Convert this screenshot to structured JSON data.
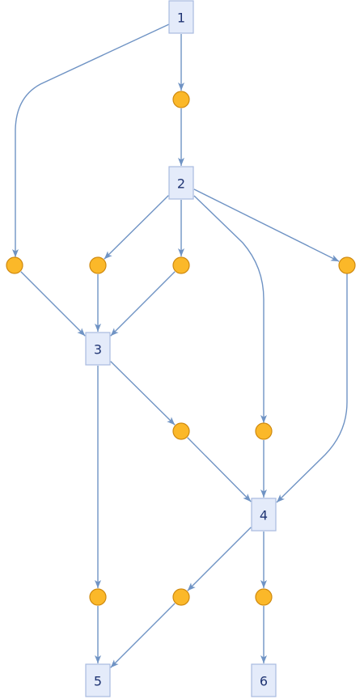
{
  "colors": {
    "edge": "#6f93c4",
    "box_fill": "#e4ebfa",
    "box_stroke": "#a9bbe0",
    "label": "#1f3473",
    "dot_fill": "#fbb829",
    "dot_stroke": "#cf8a10"
  },
  "graph": {
    "boxes": [
      {
        "id": "n1",
        "label": "1"
      },
      {
        "id": "n2",
        "label": "2"
      },
      {
        "id": "n3",
        "label": "3"
      },
      {
        "id": "n4",
        "label": "4"
      },
      {
        "id": "n5",
        "label": "5"
      },
      {
        "id": "n6",
        "label": "6"
      }
    ],
    "dots": [
      "d1",
      "dL",
      "d2a",
      "d2b",
      "dR",
      "d3",
      "d4",
      "d5a",
      "d5b",
      "d6"
    ],
    "edges": [
      [
        "n1",
        "d1"
      ],
      [
        "d1",
        "n2"
      ],
      [
        "n1",
        "dL"
      ],
      [
        "n2",
        "d2a"
      ],
      [
        "n2",
        "d2b"
      ],
      [
        "n2",
        "d4"
      ],
      [
        "n2",
        "dR"
      ],
      [
        "dL",
        "n3"
      ],
      [
        "d2a",
        "n3"
      ],
      [
        "d2b",
        "n3"
      ],
      [
        "n3",
        "d3"
      ],
      [
        "n3",
        "d5a"
      ],
      [
        "d3",
        "n4"
      ],
      [
        "d4",
        "n4"
      ],
      [
        "dR",
        "n4"
      ],
      [
        "n4",
        "d5b"
      ],
      [
        "n4",
        "d6"
      ],
      [
        "d5a",
        "n5"
      ],
      [
        "d5b",
        "n5"
      ],
      [
        "d6",
        "n6"
      ]
    ]
  }
}
